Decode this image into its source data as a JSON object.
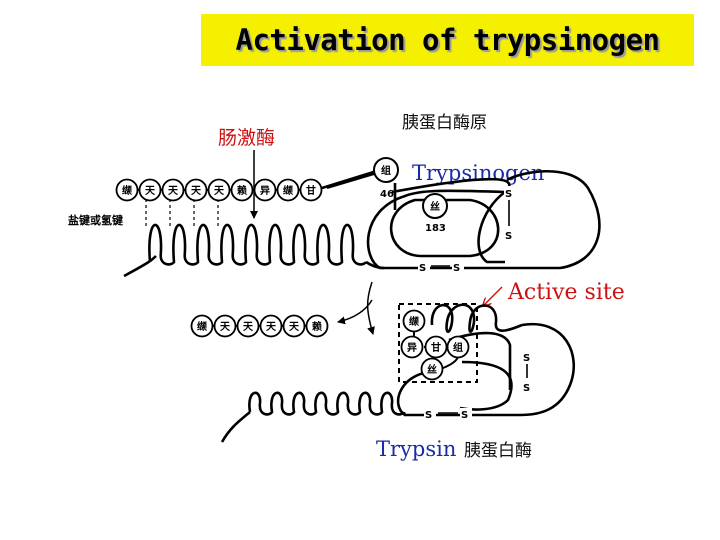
{
  "title": "Activation of trypsinogen",
  "labels": {
    "enteropeptidase": "肠激酶",
    "trypsinogen_cn": "胰蛋白酶原",
    "trypsinogen_en": "Trypsinogen",
    "salt_bridge": "盐键或氢键",
    "active_site": "Active site",
    "trypsin_en": "Trypsin",
    "trypsin_cn": "胰蛋白酶"
  },
  "trypsinogen": {
    "n_terminal_residues": [
      "缬",
      "天",
      "天",
      "天",
      "天",
      "赖",
      "异",
      "缬",
      "甘"
    ],
    "his_residue": "组",
    "his_number": "46",
    "ser_residue": "丝",
    "ser_number": "183",
    "disulfide_labels": [
      "S",
      "S",
      "S",
      "S"
    ]
  },
  "hexapeptide": [
    "缬",
    "天",
    "天",
    "天",
    "天",
    "赖"
  ],
  "trypsin": {
    "active_site_residues": [
      "缬",
      "异",
      "甘",
      "组",
      "丝"
    ],
    "disulfide_labels": [
      "S",
      "S",
      "S",
      "S"
    ]
  },
  "colors": {
    "banner": "#f5f000",
    "red_label": "#cc1111",
    "blue_label": "#1a2aa8"
  }
}
